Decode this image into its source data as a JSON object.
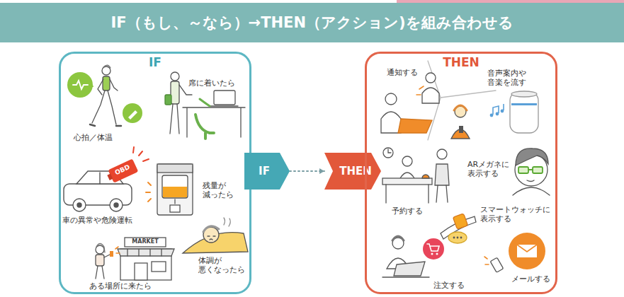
{
  "diagram": {
    "title": "IF（もし、～なら）→THEN（アクション)を組み合わせる",
    "nodes": [
      {
        "text": [
          "IF"
        ]
      },
      {
        "text": [
          "IF"
        ]
      },
      {
        "text": [
          "THEN"
        ]
      },
      {
        "text": [
          "THEN"
        ]
      }
    ],
    "edges": [
      {
        "from": 1,
        "to": 2,
        "arrow": "to"
      }
    ],
    "labels": [
      "心拍／体温",
      "席に着いたら",
      "OBD",
      "車の異常や危険運転",
      "残量が 減ったら",
      "MARKET",
      "ある場所に来たら",
      "体調が 悪くなったら",
      "通知する",
      "音声案内や 音楽を流す",
      "予約する",
      "ARメガネに 表示する",
      "スマートウォッチに 表示する",
      "注文する",
      "メールする"
    ]
  }
}
